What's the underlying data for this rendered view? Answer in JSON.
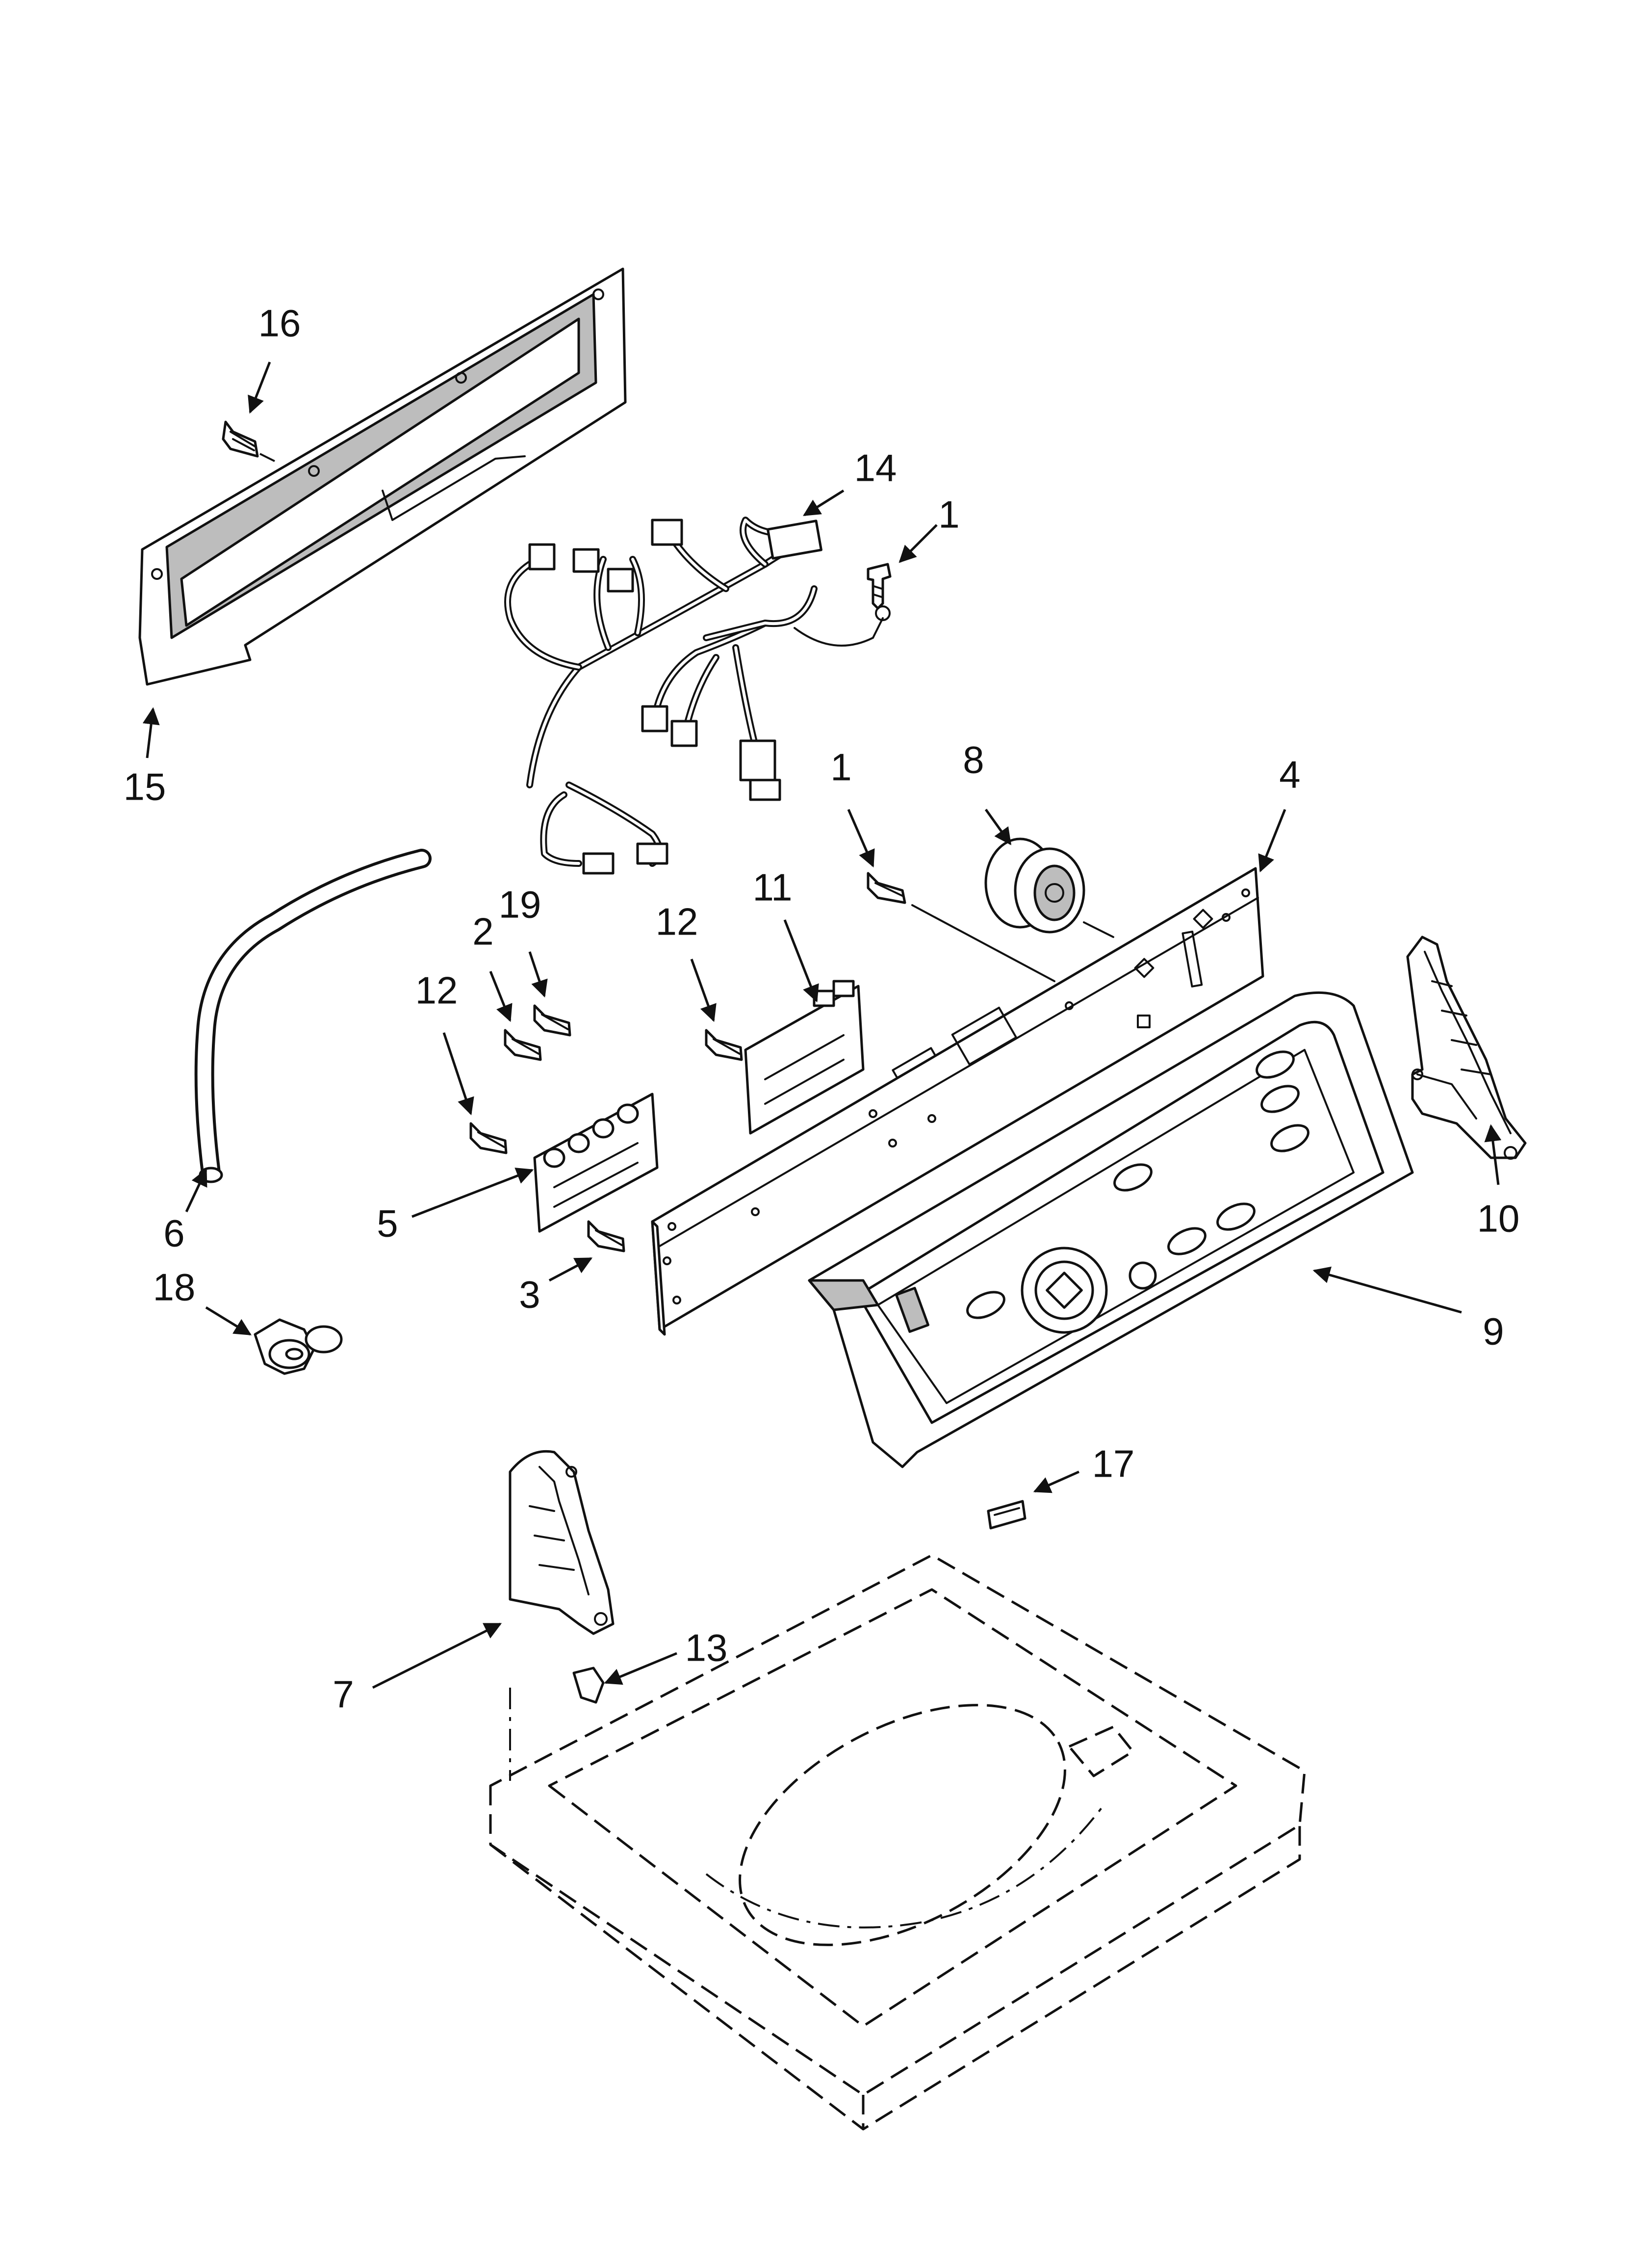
{
  "diagram": {
    "callouts": [
      {
        "id": "16",
        "label": "16"
      },
      {
        "id": "15",
        "label": "15"
      },
      {
        "id": "14",
        "label": "14"
      },
      {
        "id": "1a",
        "label": "1"
      },
      {
        "id": "1b",
        "label": "1"
      },
      {
        "id": "8",
        "label": "8"
      },
      {
        "id": "4",
        "label": "4"
      },
      {
        "id": "11",
        "label": "11"
      },
      {
        "id": "12a",
        "label": "12"
      },
      {
        "id": "12b",
        "label": "12"
      },
      {
        "id": "2",
        "label": "2"
      },
      {
        "id": "19",
        "label": "19"
      },
      {
        "id": "6",
        "label": "6"
      },
      {
        "id": "5",
        "label": "5"
      },
      {
        "id": "3",
        "label": "3"
      },
      {
        "id": "10",
        "label": "10"
      },
      {
        "id": "9",
        "label": "9"
      },
      {
        "id": "18",
        "label": "18"
      },
      {
        "id": "17",
        "label": "17"
      },
      {
        "id": "7",
        "label": "7"
      },
      {
        "id": "13",
        "label": "13"
      }
    ]
  }
}
